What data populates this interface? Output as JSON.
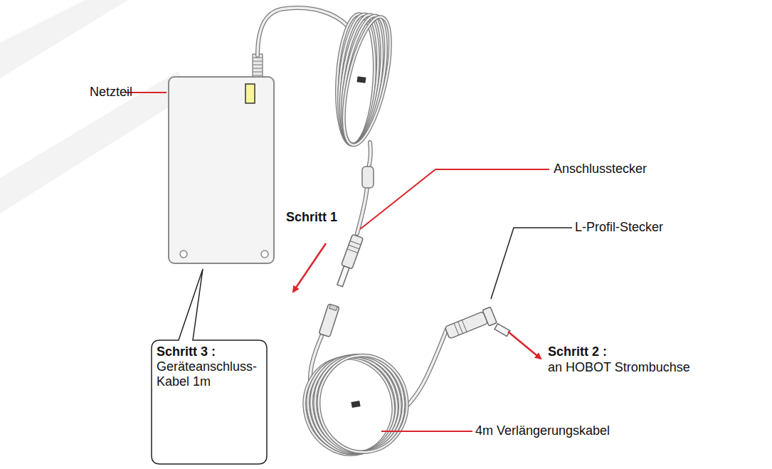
{
  "diagram": {
    "nodes": [
      {
        "text": [
          "Schritt 3 :",
          "Geräteanschluss- Kabel 1m"
        ]
      }
    ],
    "labels": [
      "Netzteil",
      "Anschlusstecker",
      "Schritt 1",
      "L-Profil-Stecker",
      "Schritt 2 :",
      "an HOBOT Strombuchse",
      "4m Verlängerungskabel"
    ]
  }
}
